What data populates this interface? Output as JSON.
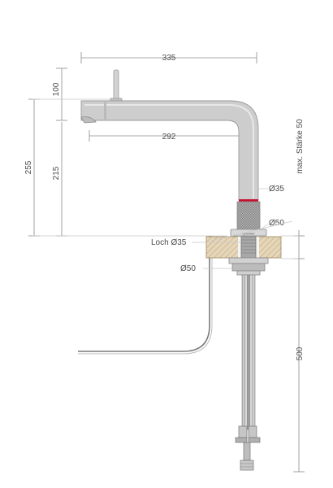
{
  "dimensions": {
    "total_width": "335",
    "lever_height": "100",
    "total_height": "255",
    "spout_height": "215",
    "spout_reach": "292",
    "tube_diameter": "Ø35",
    "base_diameter": "Ø50",
    "hole_label": "Loch Ø35",
    "nut_diameter": "Ø50",
    "max_thickness": "max. Stärke 50",
    "hose_length": "500"
  },
  "brand_mark": "Quooker",
  "colors": {
    "faucet": "#cdcdcd",
    "faucet_stroke": "#9a9a9a",
    "red_ring": "#c8102e",
    "worktop": "#e6d6b8",
    "hatch": "#b59f7a",
    "hose": "#7a7a7a",
    "dimension": "#8a8a8a"
  }
}
